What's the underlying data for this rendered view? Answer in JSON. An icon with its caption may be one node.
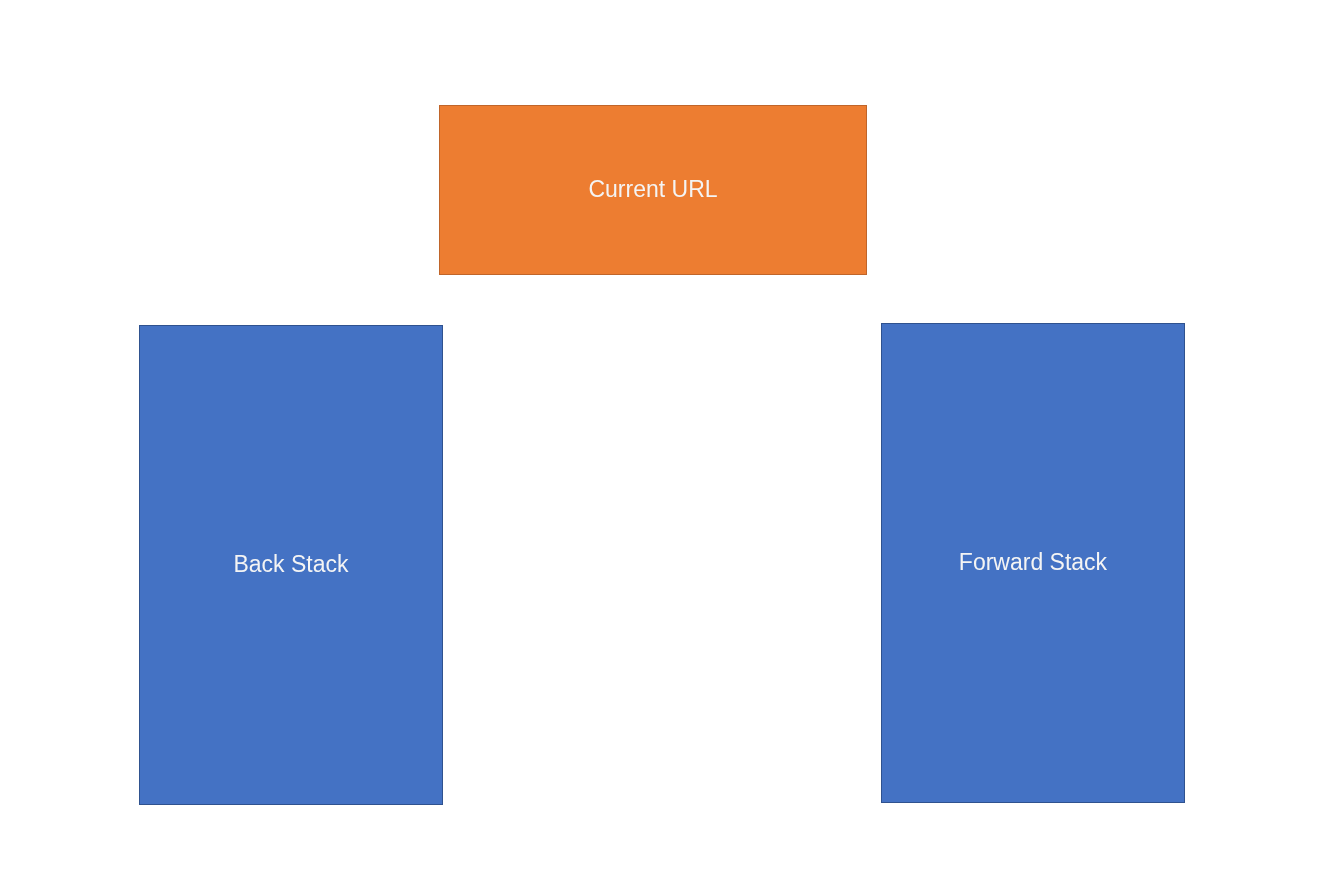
{
  "diagram": {
    "nodes": [
      {
        "text": [
          "Current URL"
        ]
      },
      {
        "text": [
          "Back Stack"
        ]
      },
      {
        "text": [
          "Forward Stack"
        ]
      }
    ],
    "edges": []
  }
}
